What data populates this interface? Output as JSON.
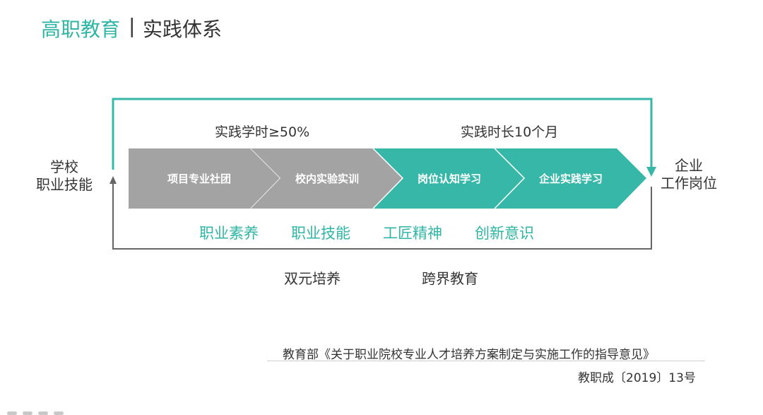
{
  "header": {
    "title_main": "高职教育",
    "separator": "|",
    "title_sub": "实践体系"
  },
  "top_labels": {
    "left": "实践学时≥50%",
    "right": "实践时长10个月"
  },
  "left_side": {
    "line1": "学校",
    "line2": "职业技能"
  },
  "right_side": {
    "line1": "企业",
    "line2": "工作岗位"
  },
  "steps": [
    {
      "label": "项目专业社团",
      "color": "#a3a3a3"
    },
    {
      "label": "校内实验实训",
      "color": "#a3a3a3"
    },
    {
      "label": "岗位认知学习",
      "color": "#37b7a8"
    },
    {
      "label": "企业实践学习",
      "color": "#37b7a8"
    }
  ],
  "skills": [
    "职业素养",
    "职业技能",
    "工匠精神",
    "创新意识"
  ],
  "bottom_labels": {
    "left": "双元培养",
    "right": "跨界教育"
  },
  "source": {
    "line1": "教育部《关于职业院校专业人才培养方案制定与实施工作的指导意见》",
    "line2": "教职成〔2019〕13号"
  },
  "colors": {
    "accent": "#2fb5a4",
    "top_arrow": "#37b7a8",
    "bottom_arrow": "#666666",
    "grey_step": "#a3a3a3"
  }
}
